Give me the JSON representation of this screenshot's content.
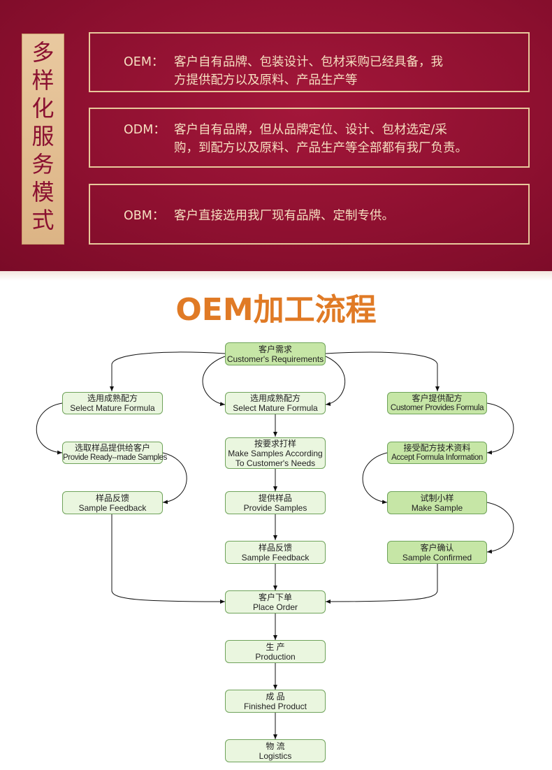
{
  "banner": {
    "side_title": [
      "多",
      "样",
      "化",
      "服",
      "务",
      "模",
      "式"
    ],
    "modes": [
      {
        "label": "OEM：",
        "line1": "客户自有品牌、包装设计、包材采购已经具备，我",
        "line2": "方提供配方以及原料、产品生产等"
      },
      {
        "label": "ODM：",
        "line1": "客户自有品牌，但从品牌定位、设计、包材选定/采",
        "line2": "购，到配方以及原料、产品生产等全部都有我厂负责。"
      },
      {
        "label": "OBM：",
        "line1": "客户直接选用我厂现有品牌、定制专供。",
        "line2": ""
      }
    ]
  },
  "oem": {
    "title": "OEM加工流程"
  },
  "flow": {
    "colors": {
      "pale": "#eaf6df",
      "green": "#c6e6a6",
      "border": "#6fa35a",
      "arrow": "#111111"
    },
    "nodes": {
      "req": {
        "zh": "客户需求",
        "en": "Customer's Requirements"
      },
      "l1": {
        "zh": "选用成熟配方",
        "en": "Select Mature Formula"
      },
      "l2": {
        "zh": "选取样品提供给客户",
        "en": "Provide Ready--made Samples"
      },
      "l3": {
        "zh": "样品反馈",
        "en": "Sample Feedback"
      },
      "c1": {
        "zh": "选用成熟配方",
        "en": "Select Mature Formula"
      },
      "c2": {
        "zh": "按要求打样",
        "en": "Make Samples According",
        "en2": "To Customer's Needs"
      },
      "c3": {
        "zh": "提供样品",
        "en": "Provide Samples"
      },
      "c4": {
        "zh": "样品反馈",
        "en": "Sample Feedback"
      },
      "r1": {
        "zh": "客户提供配方",
        "en": "Customer Provides Formula"
      },
      "r2": {
        "zh": "接受配方技术资料",
        "en": "Accept Formula Information"
      },
      "r3": {
        "zh": "试制小样",
        "en": "Make Sample"
      },
      "r4": {
        "zh": "客户确认",
        "en": "Sample Confirmed"
      },
      "order": {
        "zh": "客户下单",
        "en": "Place Order"
      },
      "prod": {
        "zh": "生  产",
        "en": "Production"
      },
      "fin": {
        "zh": "成  品",
        "en": "Finished Product"
      },
      "logi": {
        "zh": "物  流",
        "en": "Logistics"
      }
    }
  }
}
